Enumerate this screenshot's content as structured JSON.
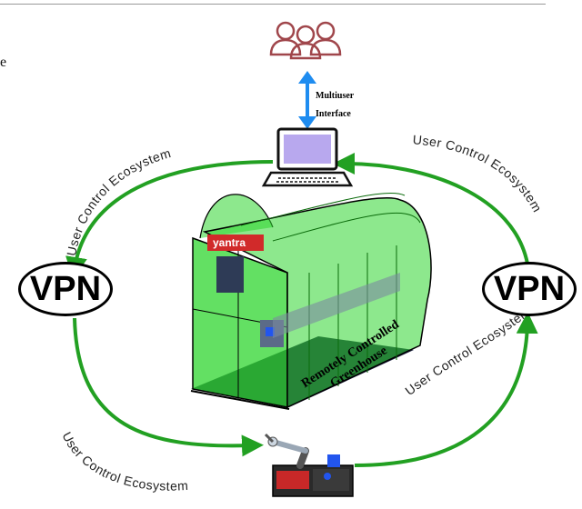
{
  "stray_text": "e",
  "multiuser_interface": {
    "line1": "Multiuser",
    "line2": "Interface"
  },
  "vpn_left": "VPN",
  "vpn_right": "VPN",
  "ecosystem_labels": {
    "top_left": "User Control Ecosystem",
    "top_right": "User Control Ecosystem",
    "bottom_left": "User Control Ecosystem",
    "bottom_right": "User Control Ecosystem"
  },
  "greenhouse": {
    "brand": "yantra",
    "label_line1": "Remotely Controlled",
    "label_line2": "Greenhouse"
  },
  "colors": {
    "arrow_green": "#22a022",
    "users_icon": "#a0464b",
    "double_arrow": "#1e8cf0",
    "greenhouse_glass": "#2fd52f",
    "floor": "#1c2240",
    "brand_banner": "#d12a2a",
    "screen": "#b8a8ee"
  },
  "icons": [
    "users-icon",
    "laptop-icon",
    "greenhouse-illustration",
    "robot-arm-icon"
  ]
}
